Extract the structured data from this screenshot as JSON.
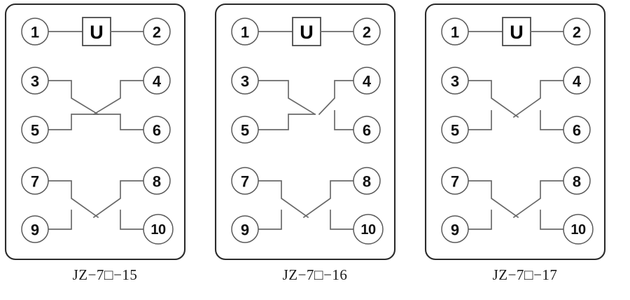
{
  "figure": {
    "type": "relay-terminal-wiring-diagrams",
    "panel_count": 3,
    "colors": {
      "case_stroke": "#2b2b2b",
      "wire_stroke": "#6a6a6a",
      "terminal_stroke": "#5a5a5a",
      "text": "#111111",
      "background": "#ffffff"
    }
  },
  "panels": [
    {
      "caption": "JZ−7□−15",
      "coil": {
        "label": "U",
        "terminals": [
          "1",
          "2"
        ]
      },
      "terminals": [
        "1",
        "2",
        "3",
        "4",
        "5",
        "6",
        "7",
        "8",
        "9",
        "10"
      ],
      "contacts": [
        {
          "name": "upper-left",
          "terminals": [
            "3",
            "5"
          ],
          "state": "closed"
        },
        {
          "name": "upper-right",
          "terminals": [
            "4",
            "6"
          ],
          "state": "closed"
        },
        {
          "name": "lower-left",
          "terminals": [
            "7",
            "9"
          ],
          "state": "open"
        },
        {
          "name": "lower-right",
          "terminals": [
            "8",
            "10"
          ],
          "state": "open"
        }
      ]
    },
    {
      "caption": "JZ−7□−16",
      "coil": {
        "label": "U",
        "terminals": [
          "1",
          "2"
        ]
      },
      "terminals": [
        "1",
        "2",
        "3",
        "4",
        "5",
        "6",
        "7",
        "8",
        "9",
        "10"
      ],
      "contacts": [
        {
          "name": "upper-left",
          "terminals": [
            "3",
            "5"
          ],
          "state": "closed"
        },
        {
          "name": "upper-right",
          "terminals": [
            "4",
            "6"
          ],
          "state": "open"
        },
        {
          "name": "lower-left",
          "terminals": [
            "7",
            "9"
          ],
          "state": "open"
        },
        {
          "name": "lower-right",
          "terminals": [
            "8",
            "10"
          ],
          "state": "open"
        }
      ]
    },
    {
      "caption": "JZ−7□−17",
      "coil": {
        "label": "U",
        "terminals": [
          "1",
          "2"
        ]
      },
      "terminals": [
        "1",
        "2",
        "3",
        "4",
        "5",
        "6",
        "7",
        "8",
        "9",
        "10"
      ],
      "contacts": [
        {
          "name": "upper-left",
          "terminals": [
            "3",
            "5"
          ],
          "state": "open"
        },
        {
          "name": "upper-right",
          "terminals": [
            "4",
            "6"
          ],
          "state": "open"
        },
        {
          "name": "lower-left",
          "terminals": [
            "7",
            "9"
          ],
          "state": "open"
        },
        {
          "name": "lower-right",
          "terminals": [
            "8",
            "10"
          ],
          "state": "open"
        }
      ]
    }
  ]
}
